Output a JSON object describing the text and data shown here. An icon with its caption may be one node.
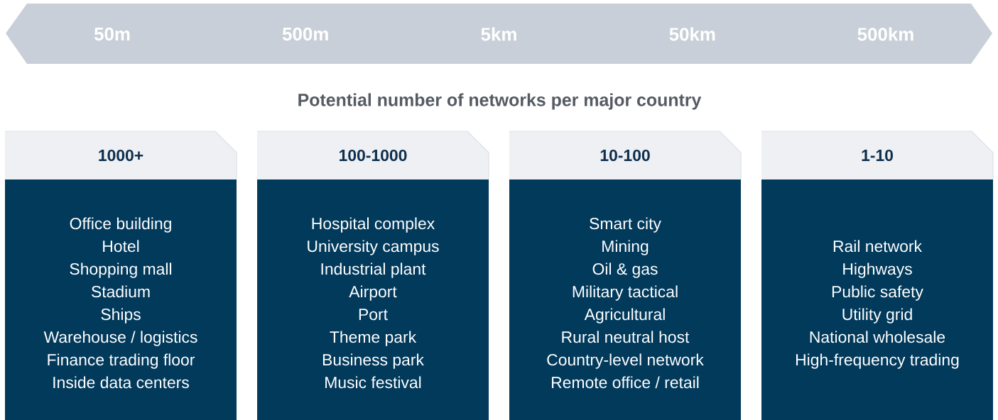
{
  "diagram": {
    "title": "Potential number of networks per major country",
    "nodes": [
      {
        "text": [
          "50m",
          "500m",
          "5km",
          "50km",
          "500km"
        ]
      },
      {
        "text": [
          "1000+",
          "Office building",
          "Hotel",
          "Shopping mall",
          "Stadium",
          "Ships",
          "Warehouse / logistics",
          "Finance trading floor",
          "Inside data centers"
        ]
      },
      {
        "text": [
          "100-1000",
          "Hospital complex",
          "University campus",
          "Industrial plant",
          "Airport",
          "Port",
          "Theme park",
          "Business park",
          "Music festival"
        ]
      },
      {
        "text": [
          "10-100",
          "Smart city",
          "Mining",
          "Oil & gas",
          "Military tactical",
          "Agricultural",
          "Rural neutral host",
          "Country-level network",
          "Remote office / retail"
        ]
      },
      {
        "text": [
          "1-10",
          "Rail network",
          "Highways",
          "Public safety",
          "Utility grid",
          "National wholesale",
          "High-frequency trading"
        ]
      }
    ]
  }
}
